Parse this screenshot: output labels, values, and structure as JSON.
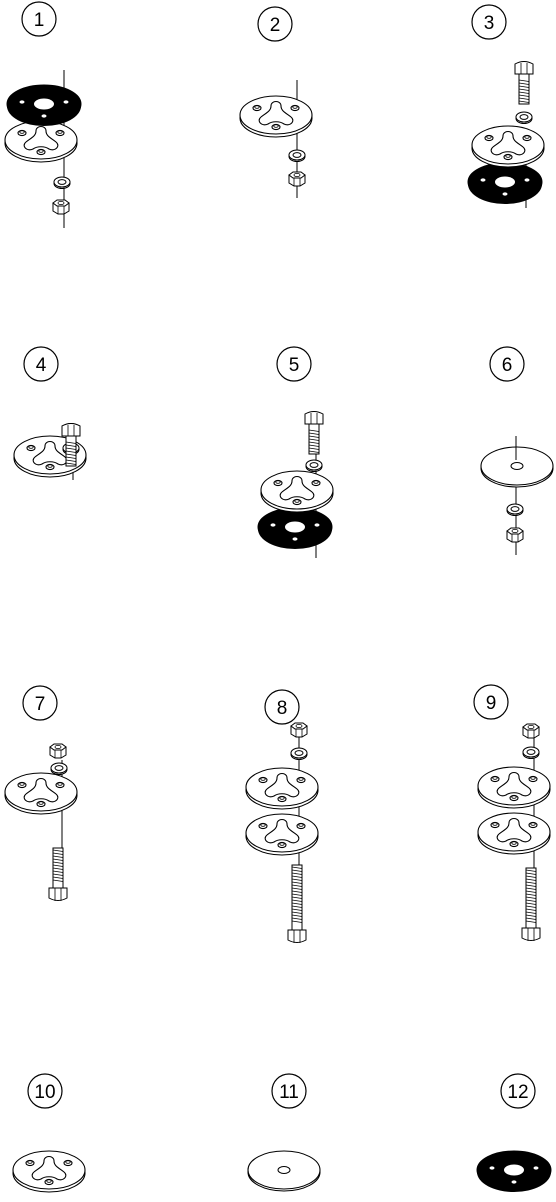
{
  "figures": [
    {
      "num": "1"
    },
    {
      "num": "2"
    },
    {
      "num": "3"
    },
    {
      "num": "4"
    },
    {
      "num": "5"
    },
    {
      "num": "6"
    },
    {
      "num": "7"
    },
    {
      "num": "8"
    },
    {
      "num": "9"
    },
    {
      "num": "10"
    },
    {
      "num": "11"
    },
    {
      "num": "12"
    }
  ],
  "colors": {
    "line": "#000000",
    "paper": "#ffffff",
    "rubber": "#000000"
  },
  "parts": {
    "rubber": "rubber-pad-icon",
    "plate": "three-lobe-plate-icon",
    "disc": "flat-washer-disc-icon",
    "washer": "washer-icon",
    "nut": "hex-nut-icon",
    "bolt": "hex-bolt-icon"
  }
}
